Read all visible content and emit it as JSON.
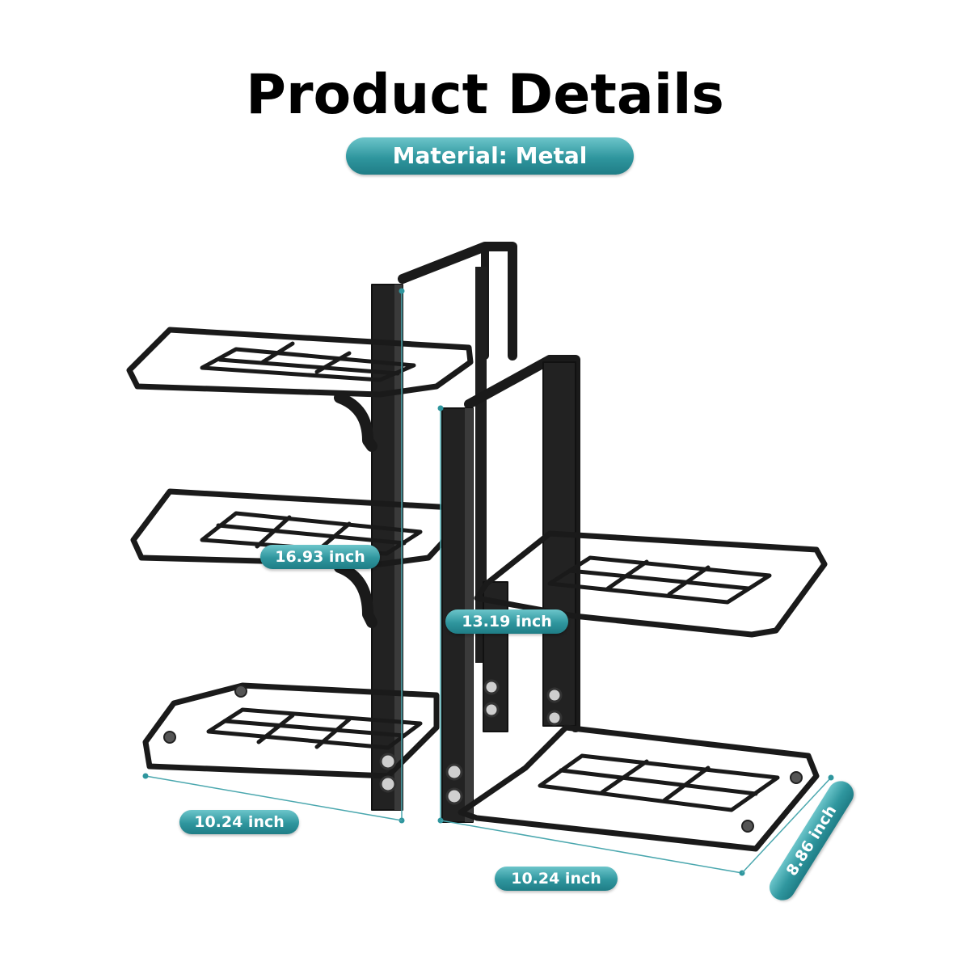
{
  "header": {
    "title": "Product Details",
    "material": "Material:  Metal"
  },
  "dimensions": {
    "left_height": "16.93 inch",
    "right_height": "13.19 inch",
    "left_width": "10.24 inch",
    "right_width": "10.24 inch",
    "depth": "8.86 inch"
  },
  "colors": {
    "metal": "#1a1a1a",
    "accent": "#2f969e",
    "dimension_line": "#4aa7ae"
  }
}
